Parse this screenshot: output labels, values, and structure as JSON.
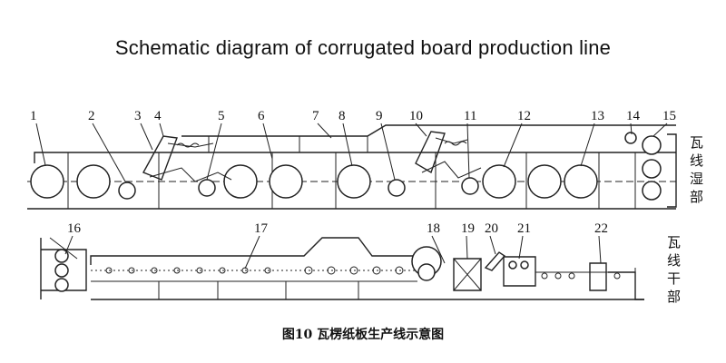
{
  "title": "Schematic diagram of corrugated board production line",
  "caption": "图10 瓦楞纸板生产线示意图",
  "wet_section_label": [
    "瓦",
    "线",
    "湿",
    "部"
  ],
  "dry_section_label": [
    "瓦",
    "线",
    "干",
    "部"
  ],
  "part_numbers": [
    "1",
    "2",
    "3",
    "4",
    "5",
    "6",
    "7",
    "8",
    "9",
    "10",
    "11",
    "12",
    "13",
    "14",
    "15",
    "16",
    "17",
    "18",
    "19",
    "20",
    "21",
    "22"
  ]
}
